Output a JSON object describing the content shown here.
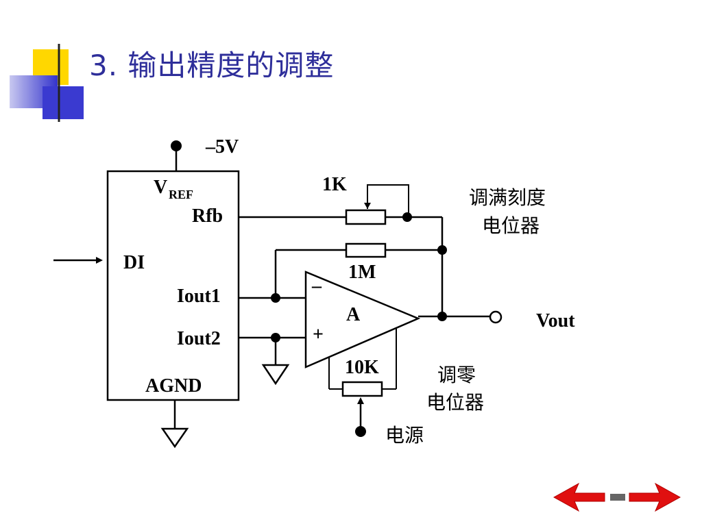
{
  "slide": {
    "title": "3. 输出精度的调整"
  },
  "labels": {
    "neg5v": "–5V",
    "vref_main": "V",
    "vref_sub": "REF",
    "rfb": "Rfb",
    "di": "DI",
    "iout1": "Iout1",
    "iout2": "Iout2",
    "agnd": "AGND",
    "r_1k": "1K",
    "r_1m": "1M",
    "r_10k": "10K",
    "opamp_name": "A",
    "opamp_minus": "–",
    "opamp_plus": "+",
    "vout": "Vout",
    "full_scale_line1": "调满刻度",
    "full_scale_line2": "电位器",
    "zero_line1": "调零",
    "zero_line2": "电位器",
    "power": "电源"
  },
  "colors": {
    "title": "#2e2e9a",
    "nav_arrow": "#e01010",
    "deco_yellow": "#ffd700",
    "deco_blue": "#3333cc"
  }
}
